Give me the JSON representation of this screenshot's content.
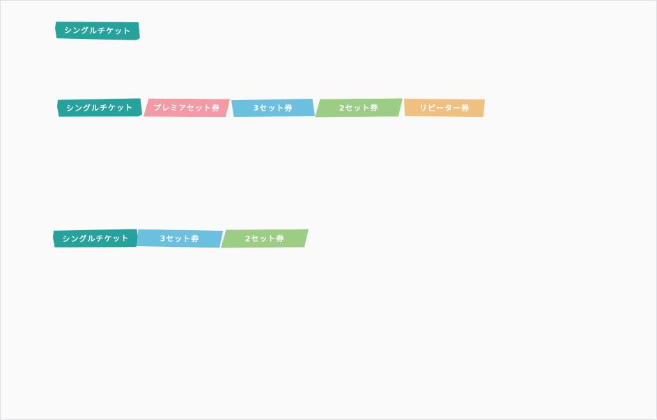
{
  "rows": [
    {
      "tabs": [
        {
          "label": "シングルチケット",
          "color": "#25a29c"
        }
      ]
    },
    {
      "tabs": [
        {
          "label": "シングルチケット",
          "color": "#25a29c"
        },
        {
          "label": "プレミアセット券",
          "color": "#f39aa5"
        },
        {
          "label": "3セット券",
          "color": "#6cc0df"
        },
        {
          "label": "2セット券",
          "color": "#9ccd85"
        },
        {
          "label": "リピーター券",
          "color": "#f0c081"
        }
      ]
    },
    {
      "tabs": [
        {
          "label": "シングルチケット",
          "color": "#25a29c"
        },
        {
          "label": "3セット券",
          "color": "#6cc0df"
        },
        {
          "label": "2セット券",
          "color": "#9ccd85"
        }
      ]
    }
  ]
}
